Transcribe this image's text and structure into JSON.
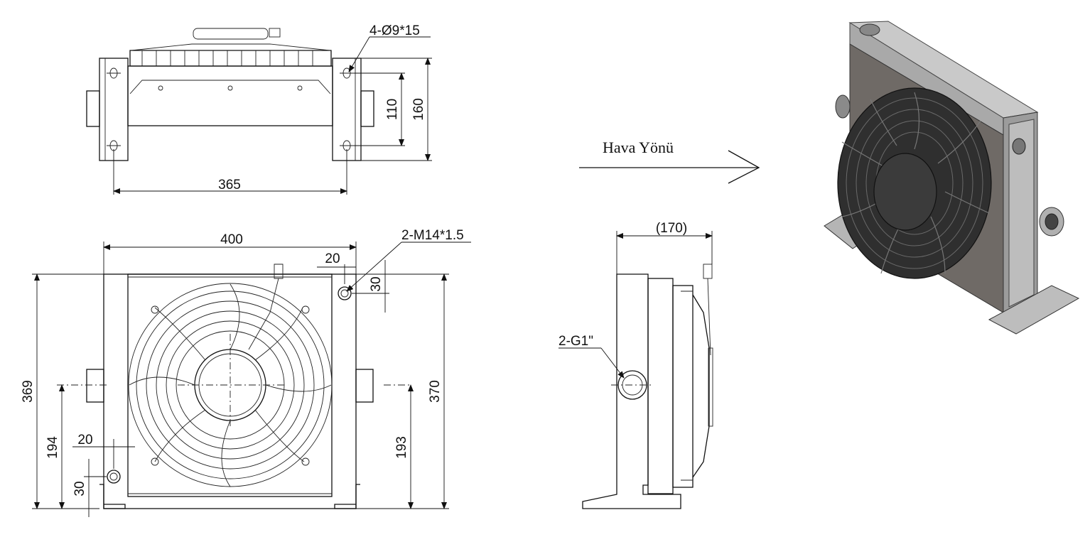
{
  "top_view": {
    "hole_spec": "4-Ø9*15",
    "dim_width": "365",
    "dim_hole_pitch": "110",
    "dim_depth": "160"
  },
  "front_view": {
    "dim_width": "400",
    "port_spec": "2-M14*1.5",
    "dim_port_x": "20",
    "dim_port_y": "30",
    "dim_height_left": "369",
    "dim_height_right": "370",
    "dim_inlet_height": "194",
    "dim_outlet_height": "193",
    "dim_bottom_x": "20",
    "dim_bottom_y": "30"
  },
  "air_flow": {
    "label": "Hava Yönü"
  },
  "side_view": {
    "dim_depth_ref": "(170)",
    "port_spec": "2-G1\""
  },
  "iso_view": {
    "colors": {
      "body": "#6f6a66",
      "frame": "#b9b9b9",
      "fan": "#2b2b2b",
      "light": "#d8d8d8"
    }
  }
}
